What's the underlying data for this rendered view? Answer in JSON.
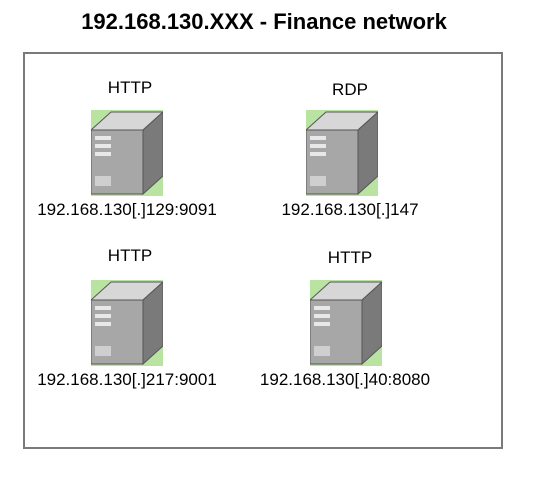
{
  "diagram": {
    "title": "192.168.130.XXX - Finance network",
    "colors": {
      "server_highlight": "#b9e3a1",
      "server_body": "#9a9a9a",
      "frame_border": "#7a7a7a"
    },
    "nodes": [
      {
        "protocol": "HTTP",
        "address": "192.168.130[.]129:9091",
        "icon": "server-icon"
      },
      {
        "protocol": "RDP",
        "address": "192.168.130[.]147",
        "icon": "server-icon"
      },
      {
        "protocol": "HTTP",
        "address": "192.168.130[.]217:9001",
        "icon": "server-icon"
      },
      {
        "protocol": "HTTP",
        "address": "192.168.130[.]40:8080",
        "icon": "server-icon"
      }
    ]
  }
}
